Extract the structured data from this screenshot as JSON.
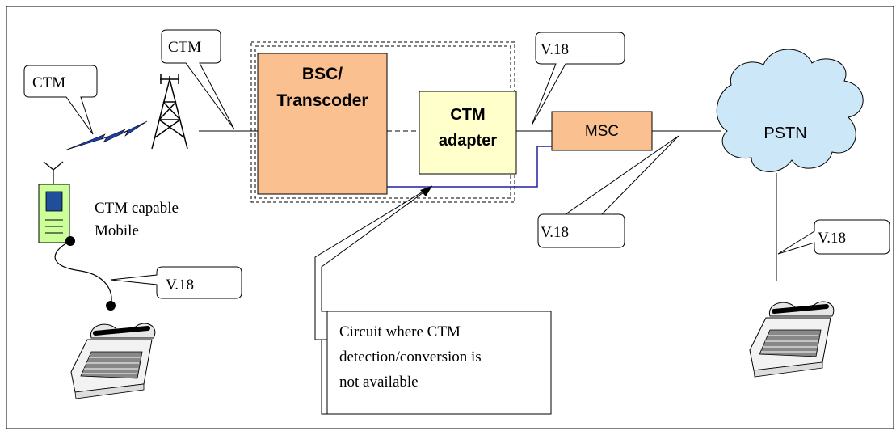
{
  "callouts": {
    "ctm_air": "CTM",
    "ctm_tower": "CTM",
    "v18_msc_top": "V.18",
    "v18_phone": "V.18",
    "v18_msc_bottom": "V.18",
    "v18_pstn": "V.18"
  },
  "boxes": {
    "bsc_line1": "BSC/",
    "bsc_line2": "Transcoder",
    "ctm_adapter_line1": "CTM",
    "ctm_adapter_line2": "adapter",
    "msc": "MSC",
    "pstn": "PSTN"
  },
  "labels": {
    "mobile_line1": "CTM capable",
    "mobile_line2": "Mobile",
    "circuit_line1": "Circuit where CTM",
    "circuit_line2": "detection/conversion is",
    "circuit_line3": "not available"
  },
  "colors": {
    "bsc_fill": "#fac090",
    "adapter_fill": "#ffffcc",
    "msc_fill": "#fac090",
    "cloud_fill": "#cce8f8",
    "mobile_fill": "#ccff99",
    "mobile_screen": "#1f4e9a",
    "circuit_line": "#2020a0",
    "lightning": "#1a3fb0"
  }
}
